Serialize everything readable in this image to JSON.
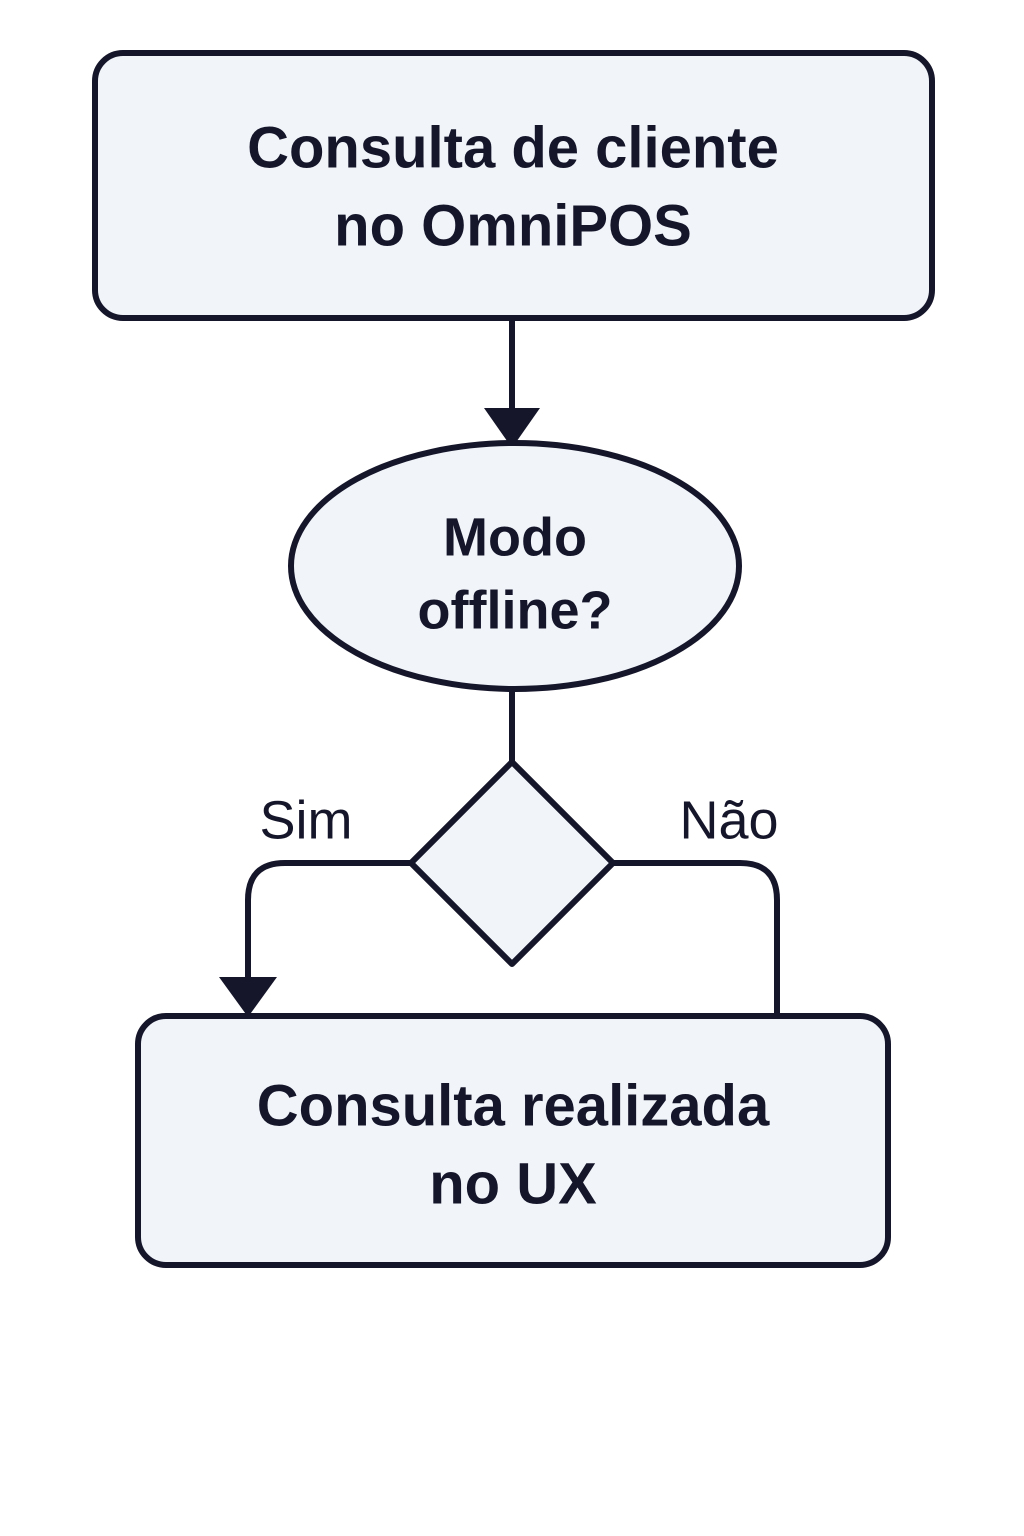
{
  "diagram": {
    "type": "flowchart",
    "orientation": "top-to-bottom",
    "language": "pt-BR",
    "background_color": "#ffffff",
    "node_fill_color": "#f1f5fa",
    "stroke_color": "#16162b",
    "text_color": "#16162b",
    "nodes": [
      {
        "id": "start",
        "shape": "rounded-rectangle",
        "line1": "Consulta de cliente",
        "line2": "no OmniPOS"
      },
      {
        "id": "decision-ellipse",
        "shape": "ellipse",
        "line1": "Modo",
        "line2": "offline?"
      },
      {
        "id": "decision-diamond",
        "shape": "diamond",
        "line1": "",
        "line2": ""
      },
      {
        "id": "end",
        "shape": "rounded-rectangle",
        "line1": "Consulta realizada",
        "line2": "no UX"
      }
    ],
    "edges": [
      {
        "id": "start-to-ellipse",
        "from": "start",
        "to": "decision-ellipse",
        "label": "",
        "arrowhead": true
      },
      {
        "id": "ellipse-to-diamond",
        "from": "decision-ellipse",
        "to": "decision-diamond",
        "label": "",
        "arrowhead": false
      },
      {
        "id": "diamond-yes-to-end",
        "from": "decision-diamond",
        "to": "end",
        "label": "Sim",
        "arrowhead": true
      },
      {
        "id": "diamond-no-to-end",
        "from": "decision-diamond",
        "to": "end",
        "label": "Não",
        "arrowhead": false
      }
    ]
  }
}
